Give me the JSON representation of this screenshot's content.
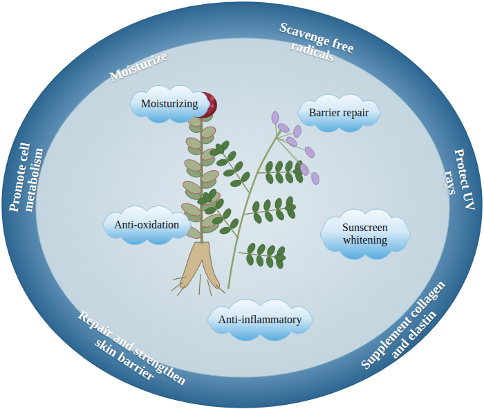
{
  "diagram": {
    "nodes": [
      {
        "text": [
          "Moisturize",
          "Scavenge free radicals",
          "Protect UV rays",
          "Supplement collagen and elastin",
          "Repair and strengthen skin barrier",
          "Promote cell metabolism"
        ]
      },
      {
        "text": [
          "Moisturizing"
        ],
        "in": 0
      },
      {
        "text": [
          "Barrier repair"
        ],
        "in": 0
      },
      {
        "text": [
          "Anti-oxidation"
        ],
        "in": 0
      },
      {
        "text": [
          "Sunscreen whitening"
        ],
        "in": 0
      },
      {
        "text": [
          "Anti-inflammatory"
        ],
        "in": 0
      }
    ]
  }
}
